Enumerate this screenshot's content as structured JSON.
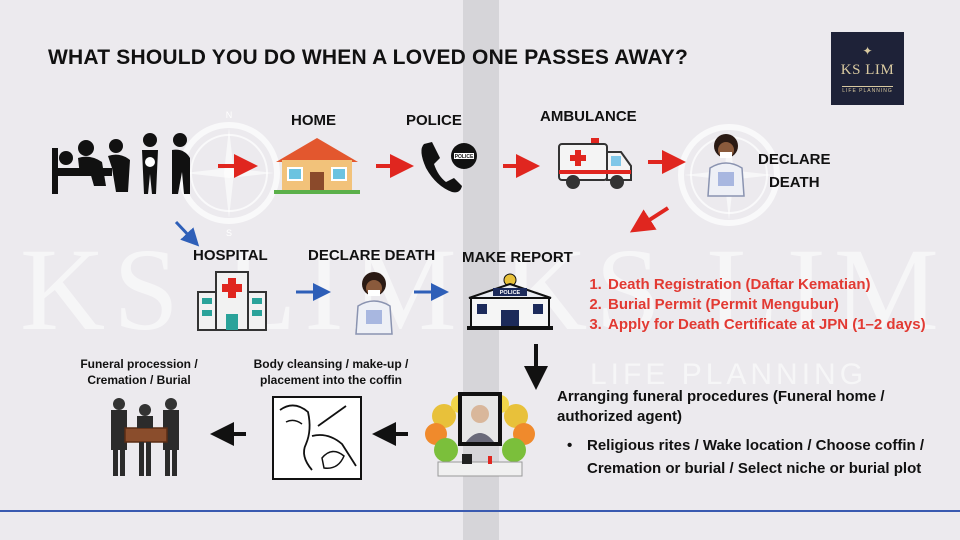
{
  "title": "WHAT SHOULD YOU DO WHEN A LOVED ONE PASSES AWAY?",
  "logo": {
    "name": "KS LIM",
    "tagline": "LIFE PLANNING"
  },
  "watermark": {
    "main": "KS LIM  KS LIM",
    "sub": "LIFE PLANNING"
  },
  "steps": {
    "home": "HOME",
    "police": "POLICE",
    "ambulance": "AMBULANCE",
    "declare_death_doctor": "DECLARE\nDEATH",
    "hospital": "HOSPITAL",
    "declare_death": "DECLARE DEATH",
    "make_report": "MAKE REPORT",
    "body_cleansing": "Body cleansing / make-up /\nplacement into the coffin",
    "funeral_procession": "Funeral procession /\nCremation / Burial"
  },
  "report_steps": [
    "Death Registration (Daftar Kematian)",
    "Burial Permit (Permit Mengubur)",
    "Apply for Death Certificate at JPN (1–2 days)"
  ],
  "arrangements": {
    "title": "Arranging funeral procedures (Funeral home / authorized agent)",
    "bullet": "Religious rites / Wake location / Choose coffin / Cremation or burial / Select niche or burial plot"
  },
  "icon_text": {
    "police_badge": "POLICE",
    "station_sign": "POLICE"
  },
  "colors": {
    "red_arrow": "#e0261f",
    "blue_arrow": "#2e5fb8",
    "black_arrow": "#111111",
    "red_text": "#e23a33",
    "logo_bg": "#1e2238",
    "bottom_line": "#3a5ab0"
  }
}
